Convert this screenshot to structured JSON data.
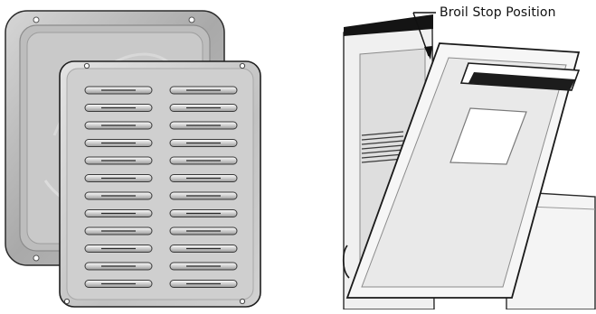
{
  "callout": {
    "label": "Broil Stop Position"
  },
  "illustrations": [
    "broiler-pan",
    "broiler-grid",
    "oven-door-broil-stop"
  ],
  "colors": {
    "metal_dark": "#8a8a8a",
    "metal_mid": "#b4b4b4",
    "metal_light": "#dadada",
    "door_panel": "#f2f2f2",
    "oven_wall": "#e6e6e6",
    "outline": "#1a1a1a"
  }
}
